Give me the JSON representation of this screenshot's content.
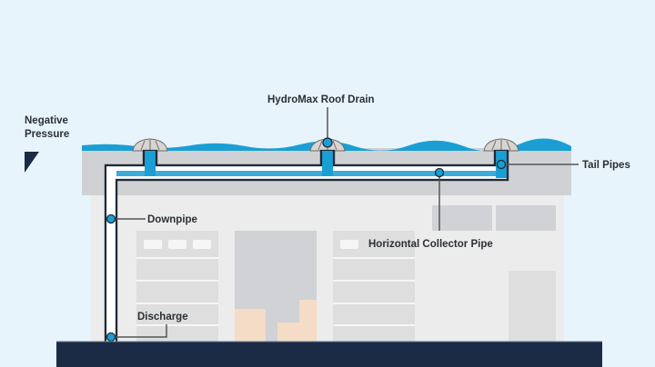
{
  "diagram": {
    "title": "Siphonic roof drainage system",
    "labels": {
      "negative_pressure_line1": "Negative",
      "negative_pressure_line2": "Pressure",
      "roof_drain": "HydroMax Roof Drain",
      "tail_pipes": "Tail Pipes",
      "downpipe": "Downpipe",
      "collector": "Horizontal Collector Pipe",
      "discharge": "Discharge"
    },
    "colors": {
      "background": "#e8f4fb",
      "water": "#1a9fd4",
      "pipe_outline": "#1f2a36",
      "ground": "#1b2b45",
      "roof_slab": "#cfd1d4",
      "building": "#ececec",
      "panel": "#dedede",
      "shade": "#d0d2d5",
      "boxes": "#f4dcc6",
      "label_text": "#2b2f36"
    },
    "icons": {
      "negative_pressure": "triangle-pressure-icon",
      "drain": "roof-drain-dome-icon"
    }
  }
}
